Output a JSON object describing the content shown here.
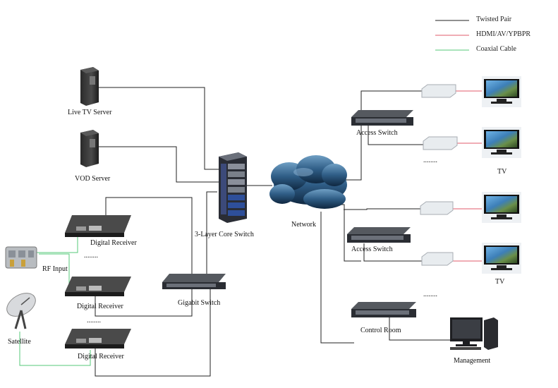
{
  "legend": [
    {
      "label": "Twisted Pair",
      "color": "#222222"
    },
    {
      "label": "HDMI/AV/YPBPR",
      "color": "#e25b6b"
    },
    {
      "label": "Coaxial Cable",
      "color": "#55c97a"
    }
  ],
  "labels": {
    "live_tv_server": "Live TV Server",
    "vod_server": "VOD Server",
    "core_switch": "3-Layer Core Switch",
    "network": "Network",
    "gigabit_switch": "Gigabit Switch",
    "digital_receiver_1": "Digital Receiver",
    "digital_receiver_2": "Digital Receiver",
    "digital_receiver_3": "Digital Receiver",
    "rf_input": "RF Input",
    "satellite": "Satellite",
    "access_switch_1": "Access Switch",
    "access_switch_2": "Access Switch",
    "control_room": "Control Room",
    "management": "Management",
    "tv_1": "TV",
    "tv_2": "TV",
    "dots": "........"
  },
  "colors": {
    "twisted_pair": "#222222",
    "hdmi": "#e25b6b",
    "coaxial": "#55c97a"
  }
}
